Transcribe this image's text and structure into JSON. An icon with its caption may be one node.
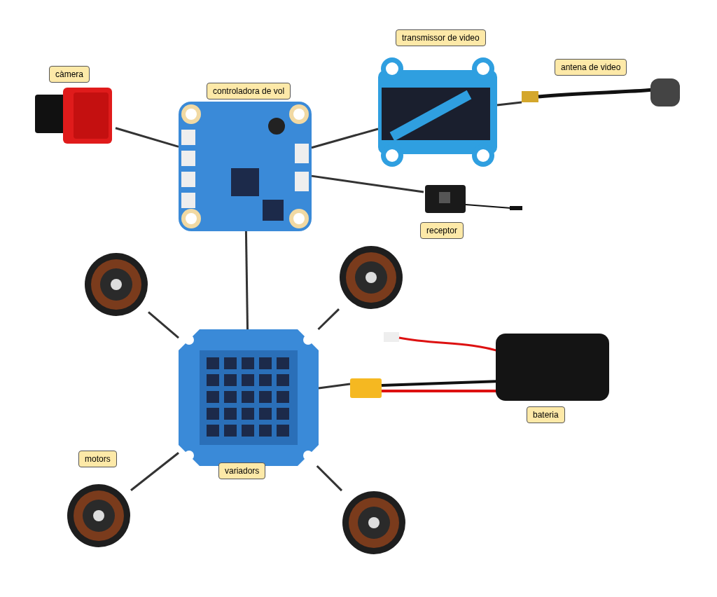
{
  "diagram": {
    "nodes": [
      {
        "text": [],
        "shape": "picture",
        "beside": [
          "càmera"
        ]
      },
      {
        "text": [],
        "shape": "picture",
        "beside": [
          "controladora de vol"
        ]
      },
      {
        "text": [],
        "shape": "picture",
        "beside": [
          "transmissor de video"
        ]
      },
      {
        "text": [],
        "shape": "picture",
        "beside": [
          "antena de video"
        ]
      },
      {
        "text": [],
        "shape": "picture",
        "beside": [
          "receptor"
        ]
      },
      {
        "text": [],
        "shape": "picture"
      },
      {
        "text": [],
        "shape": "picture"
      },
      {
        "text": [],
        "shape": "picture",
        "beside": [
          "variadors"
        ]
      },
      {
        "text": [],
        "shape": "picture",
        "beside": [
          "bateria"
        ]
      },
      {
        "text": [],
        "shape": "picture",
        "beside": [
          "motors"
        ]
      },
      {
        "text": [],
        "shape": "picture"
      }
    ],
    "edges": [
      {
        "from": 0,
        "to": 1,
        "arrow": "none"
      },
      {
        "from": 1,
        "to": 2,
        "arrow": "none"
      },
      {
        "from": 2,
        "to": 3,
        "arrow": "none"
      },
      {
        "from": 1,
        "to": 4,
        "arrow": "none"
      },
      {
        "from": 1,
        "to": 7,
        "arrow": "none"
      },
      {
        "from": 7,
        "to": 5,
        "arrow": "none"
      },
      {
        "from": 7,
        "to": 6,
        "arrow": "none"
      },
      {
        "from": 7,
        "to": 8,
        "arrow": "none"
      },
      {
        "from": 7,
        "to": 9,
        "arrow": "none"
      },
      {
        "from": 7,
        "to": 10,
        "arrow": "none"
      }
    ]
  }
}
